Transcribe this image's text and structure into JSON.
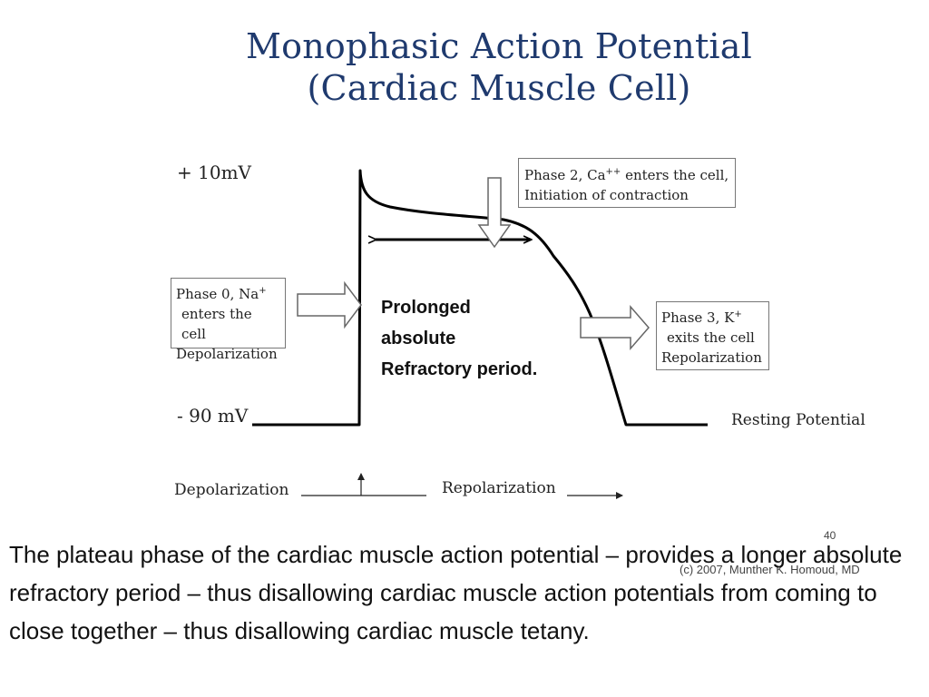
{
  "title_line1": "Monophasic Action Potential",
  "title_line2": "(Cardiac Muscle Cell)",
  "axis": {
    "top_label": "+ 10mV",
    "bottom_label": "- 90 mV"
  },
  "boxes": {
    "phase2": {
      "line1": "Phase 2, Ca",
      "sup1": "++",
      "line1b": " enters the cell,",
      "line2": "Initiation of contraction"
    },
    "phase0": {
      "line1": "Phase 0, Na",
      "sup1": "+",
      "line2": "enters the cell",
      "line3": "Depolarization"
    },
    "phase3": {
      "line1": "Phase 3, K",
      "sup1": "+",
      "line2": "exits the cell",
      "line3": "Repolarization"
    }
  },
  "note": {
    "line1": "Prolonged",
    "line2": "absolute",
    "line3": "Refractory period."
  },
  "resting_label": "Resting Potential",
  "timeline": {
    "left": "Depolarization",
    "right": "Repolarization"
  },
  "slide_number": "40",
  "copyright": "(c) 2007, Munther K. Homoud, MD",
  "caption": "The plateau phase of the cardiac muscle action potential – provides a longer absolute  refractory period – thus disallowing cardiac muscle action potentials from coming to close together – thus disallowing cardiac muscle tetany."
}
